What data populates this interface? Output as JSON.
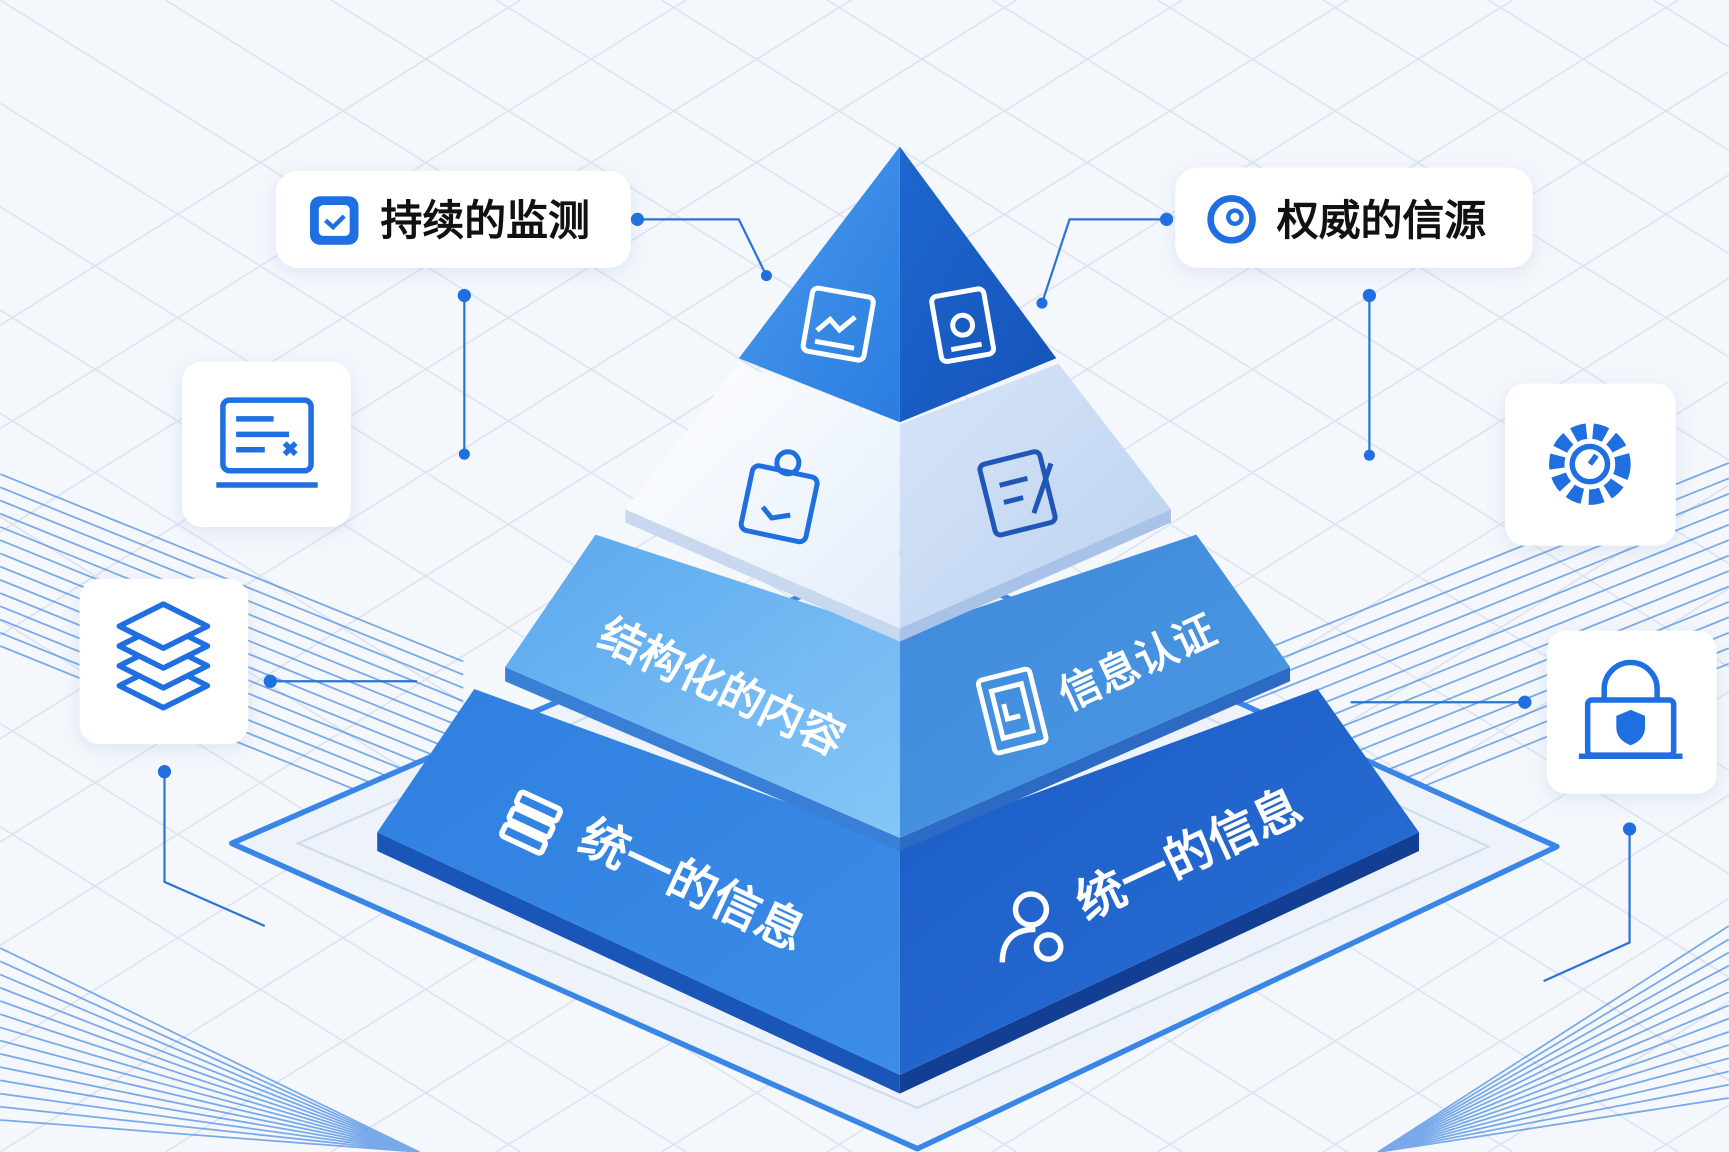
{
  "callouts": {
    "top_left": {
      "label": "持续的监测",
      "icon": "checklist-icon"
    },
    "top_right": {
      "label": "权威的信源",
      "icon": "source-badge-icon"
    }
  },
  "side_icons": [
    "monitor-document-icon",
    "layers-icon",
    "gear-icon",
    "lock-shield-icon"
  ],
  "pyramid": {
    "tier1": {
      "left_icon": "chart-image-icon",
      "right_icon": "document-seal-icon"
    },
    "tier2": {
      "left_icon": "clipboard-pin-icon",
      "right_icon": "edit-document-icon"
    },
    "tier3": {
      "left_label": "结构化的内容",
      "right_label": "信息认证",
      "right_icon": "certificate-icon"
    },
    "tier4": {
      "left_label": "统一的信息",
      "right_label": "统一的信息",
      "left_icon": "stack-icon",
      "right_icon": "user-icon"
    }
  },
  "colors": {
    "accent": "#2f7fe0",
    "dark": "#1c5fc4",
    "light": "#7cc0f5",
    "white_tier": "#eaf1fb"
  }
}
